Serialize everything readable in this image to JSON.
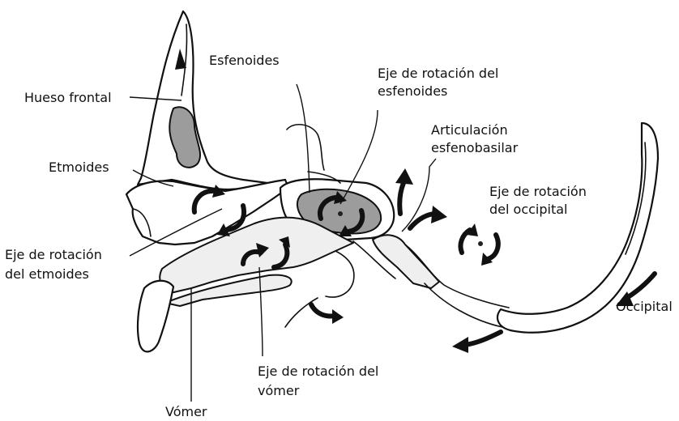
{
  "labels": {
    "hueso_frontal": "Hueso frontal",
    "esfenoides": "Esfenoides",
    "eje_esfenoides_1": "Eje de rotación del",
    "eje_esfenoides_2": "esfenoides",
    "articulacion_1": "Articulación",
    "articulacion_2": "esfenobasilar",
    "etmoides": "Etmoides",
    "eje_occipital_1": "Eje de rotación",
    "eje_occipital_2": "del occipital",
    "eje_etmoides_1": "Eje de rotación",
    "eje_etmoides_2": "del etmoides",
    "occipital": "Occipital",
    "eje_vomer_1": "Eje de rotación del",
    "eje_vomer_2": "vómer",
    "vomer": "Vómer"
  }
}
